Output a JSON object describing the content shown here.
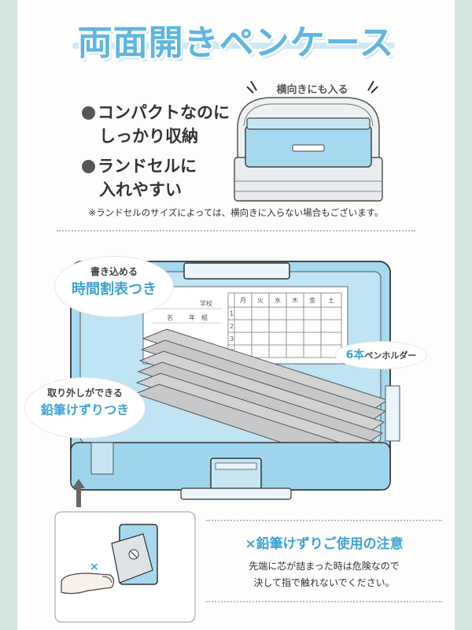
{
  "title": "両面開きペンケース",
  "features": [
    {
      "line1": "コンパクトなのに",
      "line2": "しっかり収納"
    },
    {
      "line1": "ランドセルに",
      "line2": "入れやすい"
    }
  ],
  "sideways_label": "横向きにも入る",
  "note": "※ランドセルのサイズによっては、横向きに入らない場合もございます。",
  "callouts": {
    "timetable": {
      "small": "書き込める",
      "big": "時間割表つき"
    },
    "sharpener": {
      "small": "取り外しができる",
      "big": "鉛筆けずりつき"
    },
    "pen_holder": {
      "count": "6本",
      "label": "ペンホルダー"
    }
  },
  "timetable": {
    "days": [
      "月",
      "火",
      "水",
      "木",
      "金",
      "土"
    ],
    "periods": [
      "1",
      "2",
      "3",
      "4"
    ],
    "school_label": "学校",
    "name_label": "年　組",
    "name_label2": "名"
  },
  "caution": {
    "title": "×鉛筆けずりご使用の注意",
    "body_line1": "先端に芯が詰まった時は危険なので",
    "body_line2": "決して指で触れないでください。"
  },
  "finger_mark": "×",
  "colors": {
    "accent_blue": "#3fa3d4",
    "case_blue": "#a6d9ef",
    "background_mint": "#d4e4df"
  },
  "icons": [
    "arrow-up-icon",
    "pencil-icon",
    "sharpener-icon",
    "finger-icon",
    "backpack-icon"
  ]
}
